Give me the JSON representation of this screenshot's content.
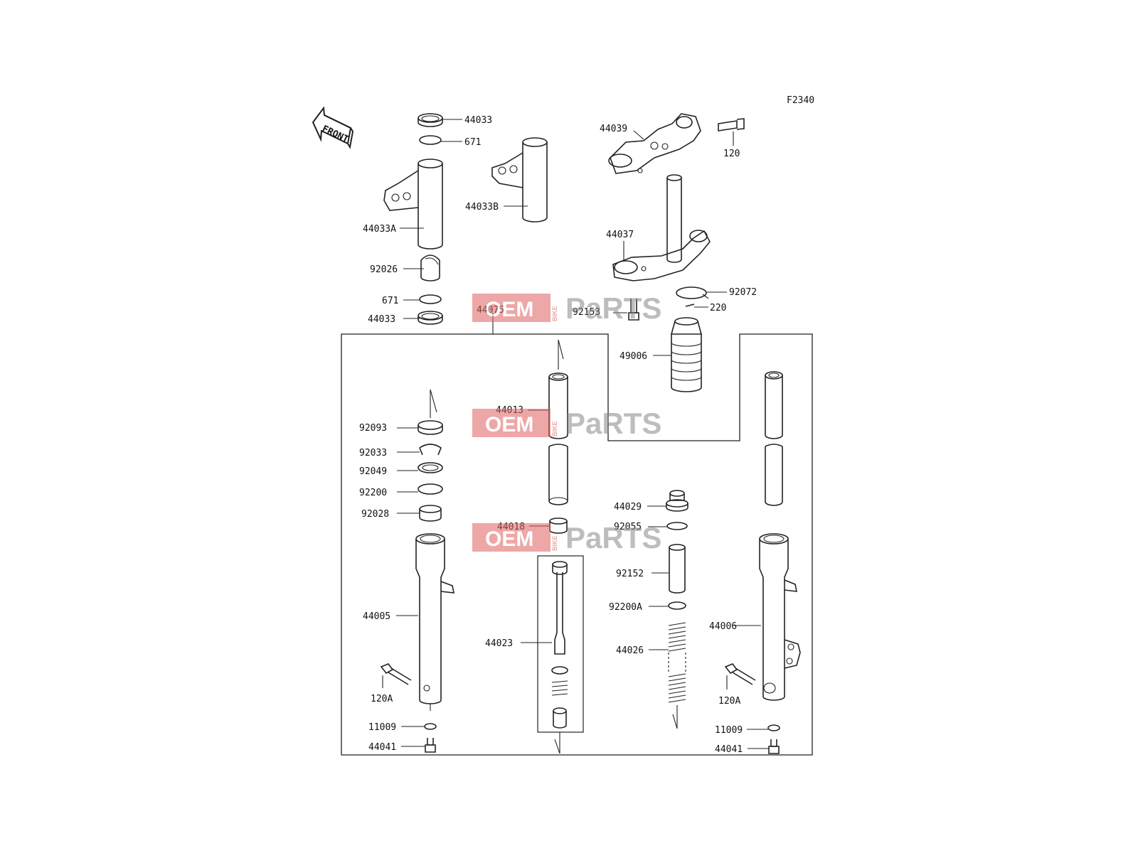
{
  "diagram": {
    "figure_code": "F2340",
    "front_label": "FRONT",
    "watermark": {
      "left": "OEM",
      "middle": "BIKE",
      "right": "PaRTS"
    },
    "parts": [
      {
        "id": "p-44033-top",
        "label": "44033"
      },
      {
        "id": "p-671-top",
        "label": "671"
      },
      {
        "id": "p-44033A",
        "label": "44033A"
      },
      {
        "id": "p-44033B",
        "label": "44033B"
      },
      {
        "id": "p-92026",
        "label": "92026"
      },
      {
        "id": "p-671-bot",
        "label": "671"
      },
      {
        "id": "p-44033-bot",
        "label": "44033"
      },
      {
        "id": "p-44039",
        "label": "44039"
      },
      {
        "id": "p-120",
        "label": "120"
      },
      {
        "id": "p-44037",
        "label": "44037"
      },
      {
        "id": "p-92072",
        "label": "92072"
      },
      {
        "id": "p-220",
        "label": "220"
      },
      {
        "id": "p-92153",
        "label": "92153"
      },
      {
        "id": "p-44075",
        "label": "44075"
      },
      {
        "id": "p-49006",
        "label": "49006"
      },
      {
        "id": "p-44013",
        "label": "44013"
      },
      {
        "id": "p-92093",
        "label": "92093"
      },
      {
        "id": "p-92033",
        "label": "92033"
      },
      {
        "id": "p-92049",
        "label": "92049"
      },
      {
        "id": "p-92200",
        "label": "92200"
      },
      {
        "id": "p-92028",
        "label": "92028"
      },
      {
        "id": "p-44029",
        "label": "44029"
      },
      {
        "id": "p-92055",
        "label": "92055"
      },
      {
        "id": "p-44018",
        "label": "44018"
      },
      {
        "id": "p-92152",
        "label": "92152"
      },
      {
        "id": "p-92200A",
        "label": "92200A"
      },
      {
        "id": "p-44005",
        "label": "44005"
      },
      {
        "id": "p-44006",
        "label": "44006"
      },
      {
        "id": "p-44023",
        "label": "44023"
      },
      {
        "id": "p-44026",
        "label": "44026"
      },
      {
        "id": "p-120A-left",
        "label": "120A"
      },
      {
        "id": "p-120A-right",
        "label": "120A"
      },
      {
        "id": "p-11009-left",
        "label": "11009"
      },
      {
        "id": "p-11009-right",
        "label": "11009"
      },
      {
        "id": "p-44041-left",
        "label": "44041"
      },
      {
        "id": "p-44041-right",
        "label": "44041"
      }
    ]
  }
}
